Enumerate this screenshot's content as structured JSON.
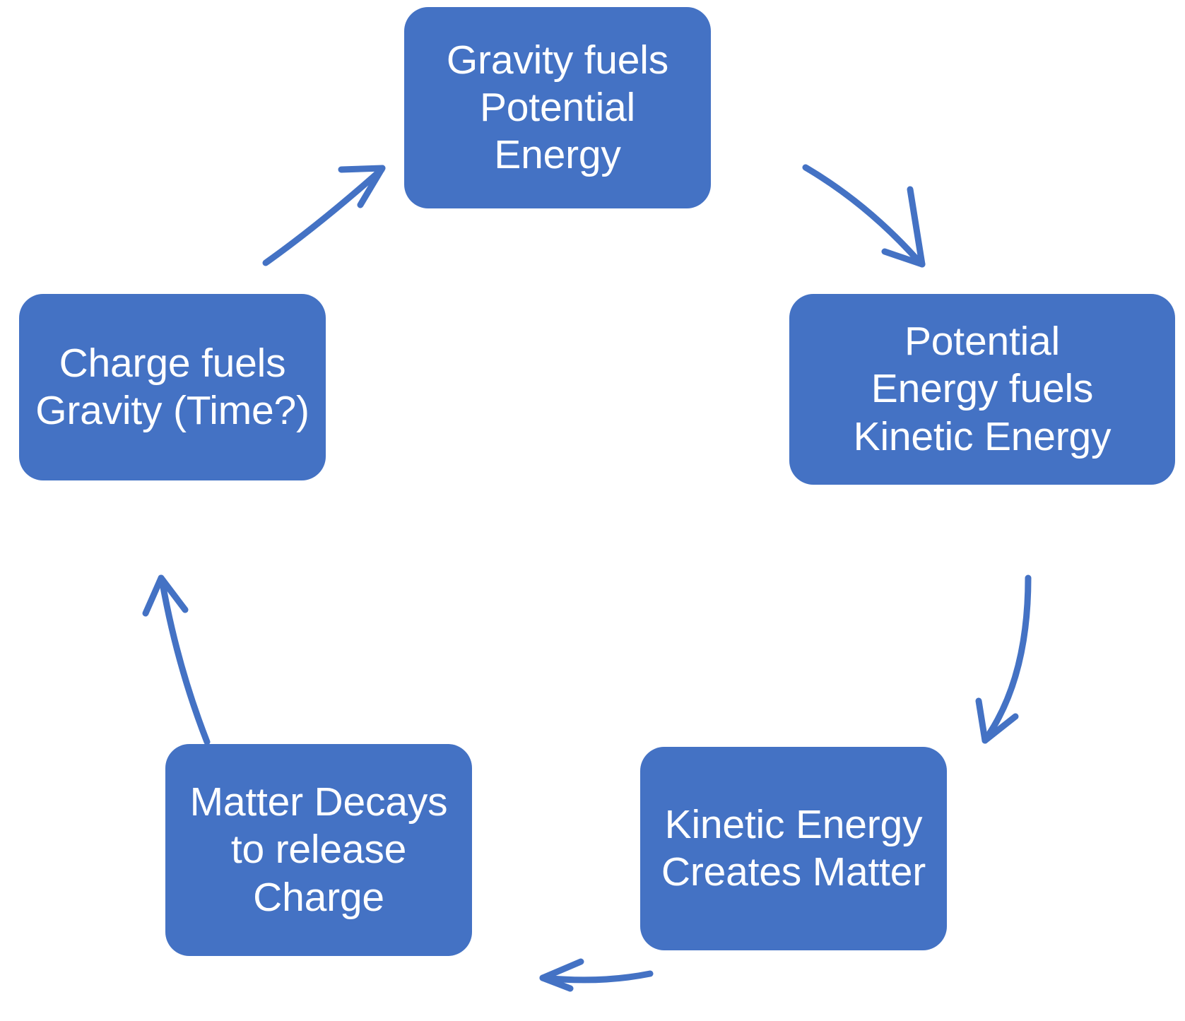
{
  "diagram": {
    "type": "cycle",
    "accent_color": "#4472C4",
    "text_color": "#FFFFFF",
    "background_color": "#FFFFFF",
    "nodes": [
      {
        "id": "top",
        "label": "Gravity fuels\nPotential\nEnergy"
      },
      {
        "id": "right",
        "label": "Potential\nEnergy fuels\nKinetic Energy"
      },
      {
        "id": "bottomright",
        "label": "Kinetic Energy\nCreates Matter"
      },
      {
        "id": "bottomleft",
        "label": "Matter Decays\nto release\nCharge"
      },
      {
        "id": "left",
        "label": "Charge fuels\nGravity (Time?)"
      }
    ],
    "connectors": [
      {
        "id": "top-to-right",
        "from": "top",
        "to": "right",
        "style": "curved-arrow",
        "direction": "down-right"
      },
      {
        "id": "right-to-bottomright",
        "from": "right",
        "to": "bottomright",
        "style": "curved-arrow",
        "direction": "down-left"
      },
      {
        "id": "bottomright-to-bottomleft",
        "from": "bottomright",
        "to": "bottomleft",
        "style": "curved-arrow",
        "direction": "left"
      },
      {
        "id": "bottomleft-to-left",
        "from": "bottomleft",
        "to": "left",
        "style": "curved-arrow",
        "direction": "up"
      },
      {
        "id": "left-to-top",
        "from": "left",
        "to": "top",
        "style": "curved-arrow",
        "direction": "up-right"
      }
    ]
  }
}
